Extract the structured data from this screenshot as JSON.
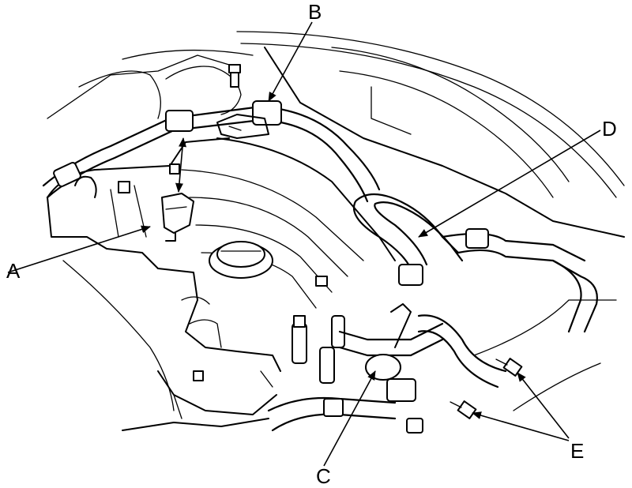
{
  "callouts": {
    "a": "A",
    "b": "B",
    "c": "C",
    "d": "D",
    "e": "E"
  }
}
